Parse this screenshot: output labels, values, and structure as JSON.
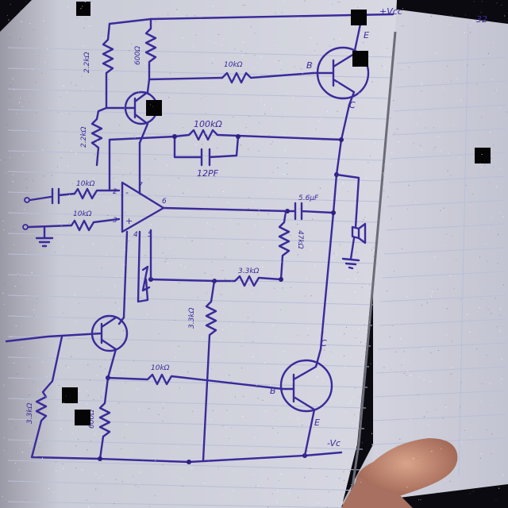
{
  "photo": {
    "subject": "hand-drawn amplifier circuit schematic on lined notebook paper"
  },
  "labels": {
    "vcc": "+Vcc",
    "vee": "-Vc",
    "r_2k2_top": "2.2kΩ",
    "r_600_top": "600Ω",
    "r_10k_base_top": "10kΩ",
    "r_2k2_left": "2.2kΩ",
    "r_100k_fb": "100kΩ",
    "c_12pf": "12PF",
    "r_10k_in1": "10kΩ",
    "r_10k_in2": "10kΩ",
    "c_out": "5.6μF",
    "r_47k": "47kΩ",
    "r_3k3_mid": "3.3kΩ",
    "r_3k3_vert": "3.3kΩ",
    "r_10k_base_bot": "10kΩ",
    "r_3k3_left": "3.3kΩ",
    "r_600_bot": "600Ω",
    "pin_in_minus": "-",
    "pin_in_plus": "+",
    "pin_2": "2",
    "pin_3": "3",
    "pin_6": "6",
    "pin_7": "7",
    "pin_4": "4",
    "pin_5": "5",
    "pin_e_top": "E",
    "pin_b_top": "B",
    "pin_c_top": "C",
    "pin_c_bot": "C",
    "pin_b_bot": "B",
    "pin_e_bot": "E",
    "corner_mark": "32"
  }
}
